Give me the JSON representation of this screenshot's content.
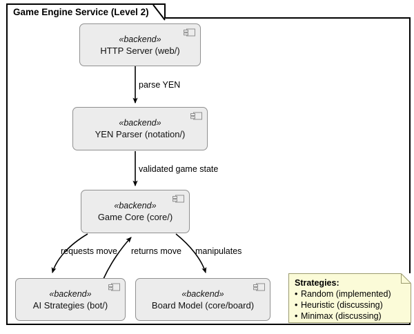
{
  "diagram": {
    "package_title": "Game Engine Service (Level 2)",
    "components": [
      {
        "id": "http-server",
        "stereotype": "«backend»",
        "name": "HTTP Server (web/)",
        "icon": "component-icon"
      },
      {
        "id": "yen-parser",
        "stereotype": "«backend»",
        "name": "YEN Parser (notation/)",
        "icon": "component-icon"
      },
      {
        "id": "game-core",
        "stereotype": "«backend»",
        "name": "Game Core (core/)",
        "icon": "component-icon"
      },
      {
        "id": "ai-strategies",
        "stereotype": "«backend»",
        "name": "AI Strategies (bot/)",
        "icon": "component-icon"
      },
      {
        "id": "board-model",
        "stereotype": "«backend»",
        "name": "Board Model (core/board)",
        "icon": "component-icon"
      }
    ],
    "edges": [
      {
        "id": "parse-yen",
        "label": "parse YEN",
        "from": "http-server",
        "to": "yen-parser"
      },
      {
        "id": "validated-game-state",
        "label": "validated game state",
        "from": "yen-parser",
        "to": "game-core"
      },
      {
        "id": "requests-move",
        "label": "requests move",
        "from": "game-core",
        "to": "ai-strategies"
      },
      {
        "id": "returns-move",
        "label": "returns move",
        "from": "ai-strategies",
        "to": "game-core"
      },
      {
        "id": "manipulates",
        "label": "manipulates",
        "from": "game-core",
        "to": "board-model"
      }
    ],
    "note": {
      "title": "Strategies:",
      "bullet": "•",
      "items": [
        "Random (implemented)",
        "Heuristic (discussing)",
        "Minimax (discussing)"
      ]
    },
    "colors": {
      "component_fill": "#ececec",
      "component_stroke": "#8f8f8f",
      "note_fill": "#fbfbd8",
      "note_stroke": "#9a9a6d",
      "frame_stroke": "#000000",
      "canvas": "#ffffff"
    }
  }
}
